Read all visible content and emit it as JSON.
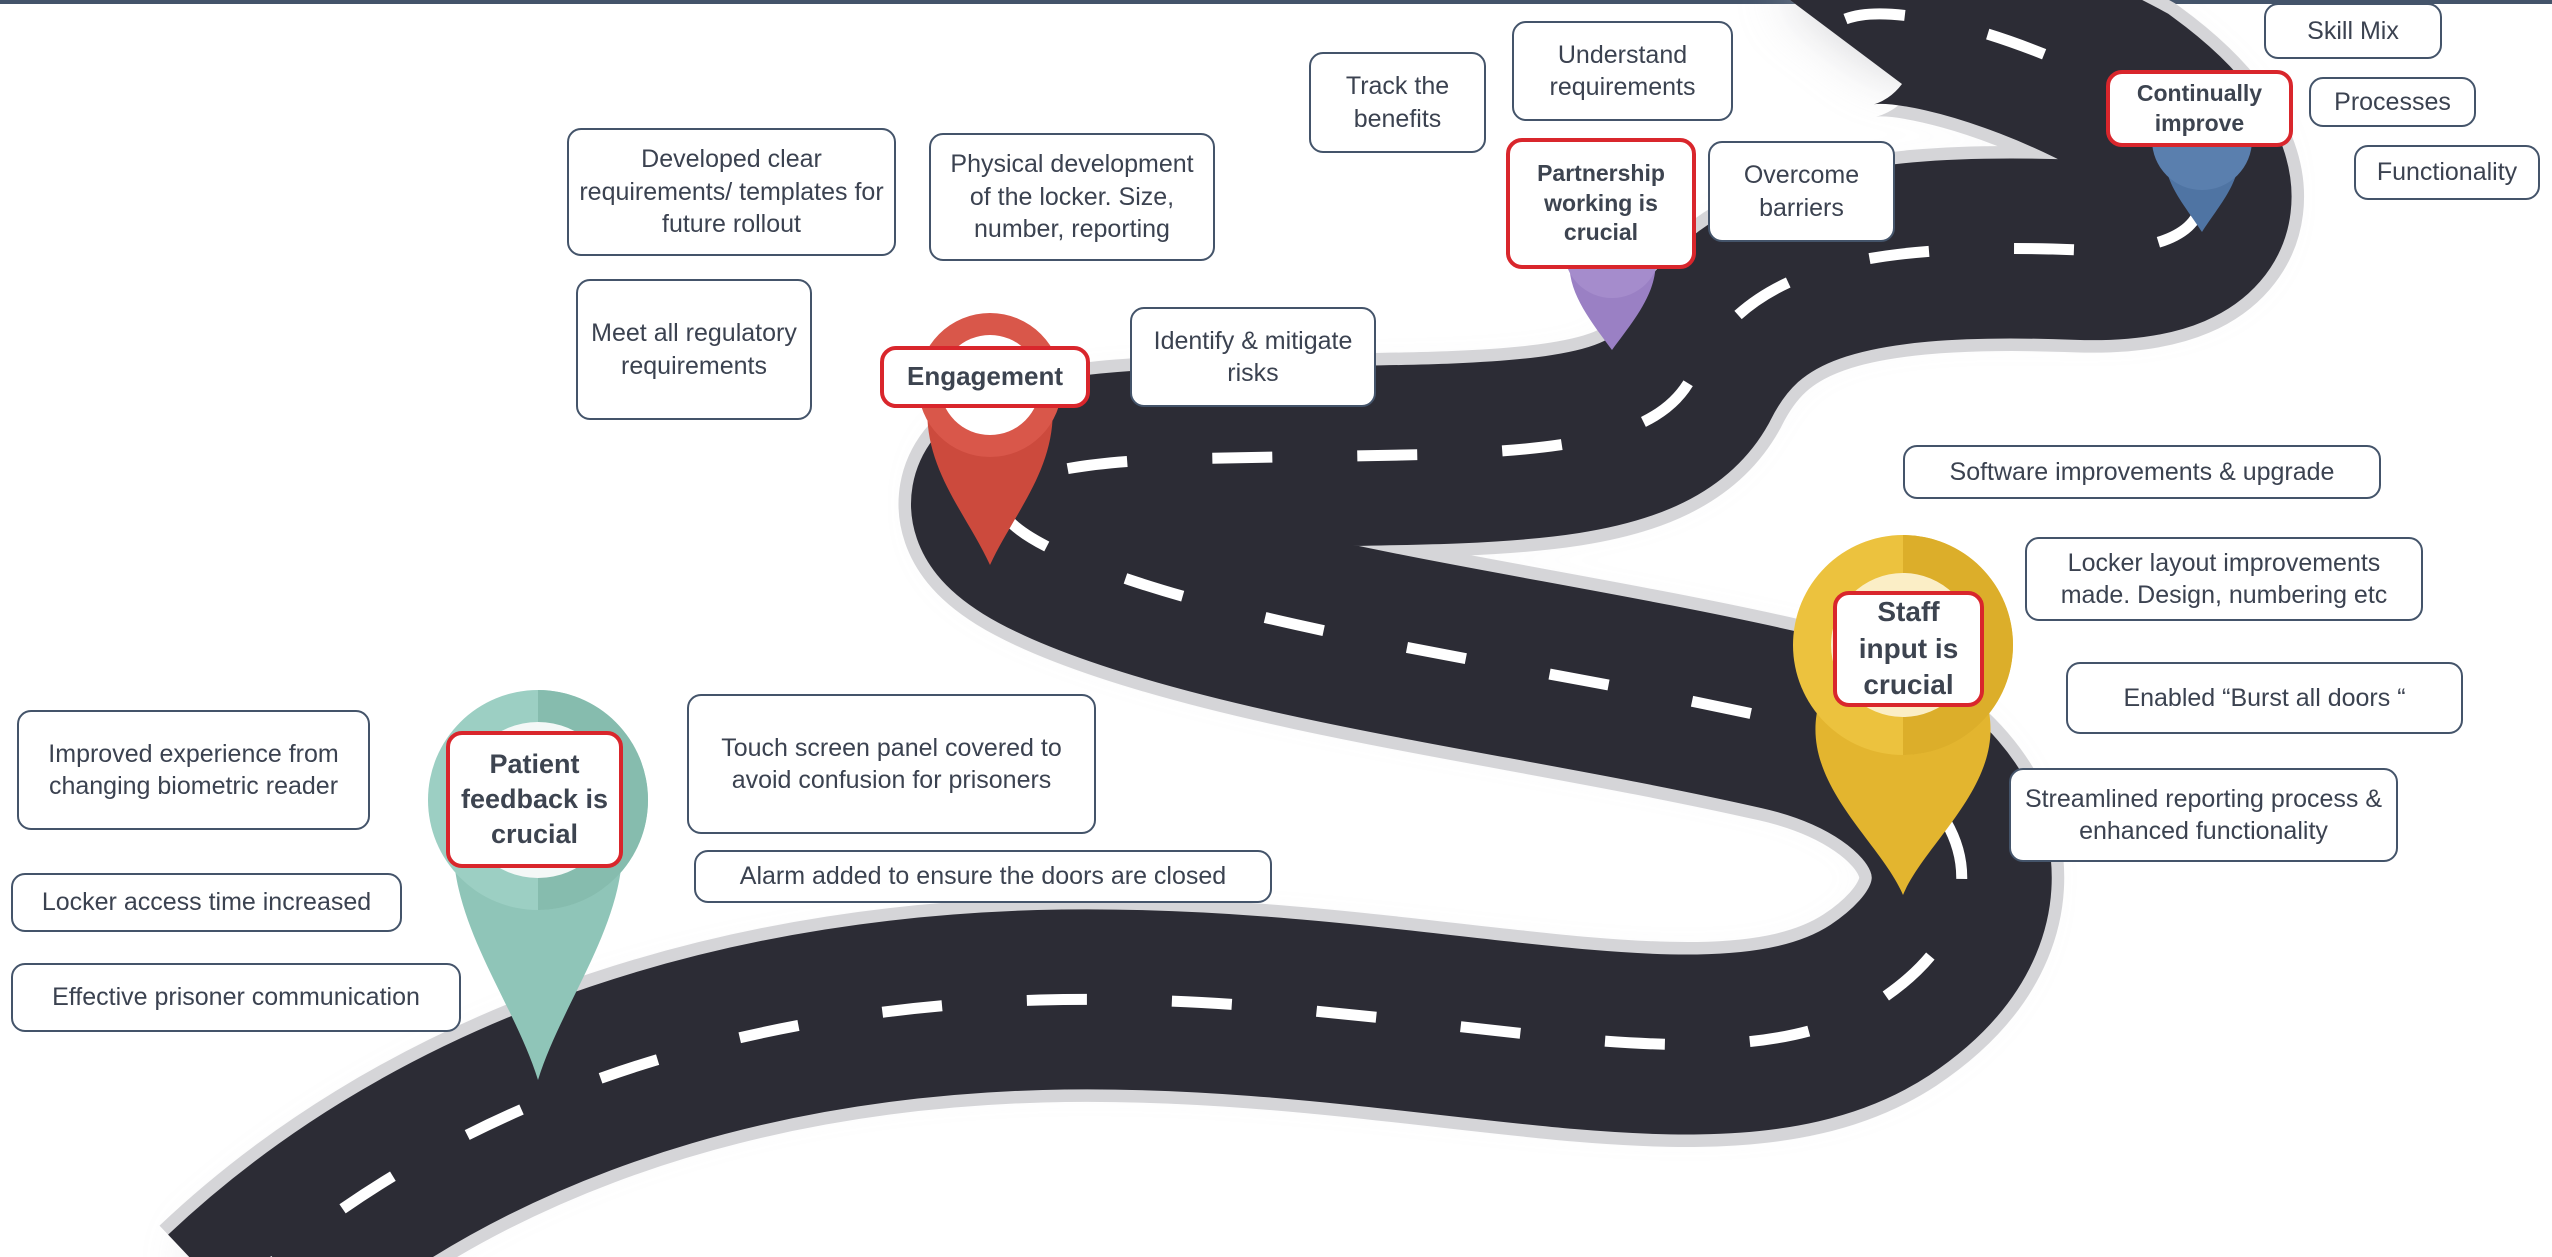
{
  "roadmap": {
    "milestones": {
      "patient": "Patient feedback is crucial",
      "engagement": "Engagement",
      "partnership": "Partnership working is crucial",
      "continually": "Continually improve",
      "staff": "Staff input is crucial"
    },
    "notes": {
      "improved_experience": "Improved experience from changing biometric reader",
      "locker_access": "Locker access time increased",
      "effective_comm": "Effective prisoner communication",
      "touch_screen": "Touch screen panel covered to avoid confusion for prisoners",
      "alarm": "Alarm added to  ensure the doors are closed",
      "developed_clear": "Developed clear requirements/ templates for future rollout",
      "physical_dev": "Physical development of the locker. Size, number, reporting",
      "meet_regulatory": "Meet all regulatory requirements",
      "identify_risks": "Identify & mitigate risks",
      "track_benefits": "Track the benefits",
      "understand_req": "Understand requirements",
      "overcome_barriers": "Overcome barriers",
      "skill_mix": "Skill Mix",
      "processes": "Processes",
      "functionality": "Functionality",
      "software": "Software improvements & upgrade",
      "locker_layout": "Locker layout improvements made. Design, numbering etc",
      "burst_doors": "Enabled “Burst all doors “",
      "streamlined": "Streamlined reporting process & enhanced functionality"
    },
    "colors": {
      "road": "#2c2c35",
      "road_edge": "#d5d5d8",
      "lane_marking": "#ffffff",
      "box_border": "#44546a",
      "highlight_border": "#d9262c",
      "pin_teal": "#9ccfc3",
      "pin_red": "#d9574a",
      "pin_purple": "#a58ccc",
      "pin_blue": "#5a7fae",
      "pin_yellow": "#ecc23e"
    }
  }
}
